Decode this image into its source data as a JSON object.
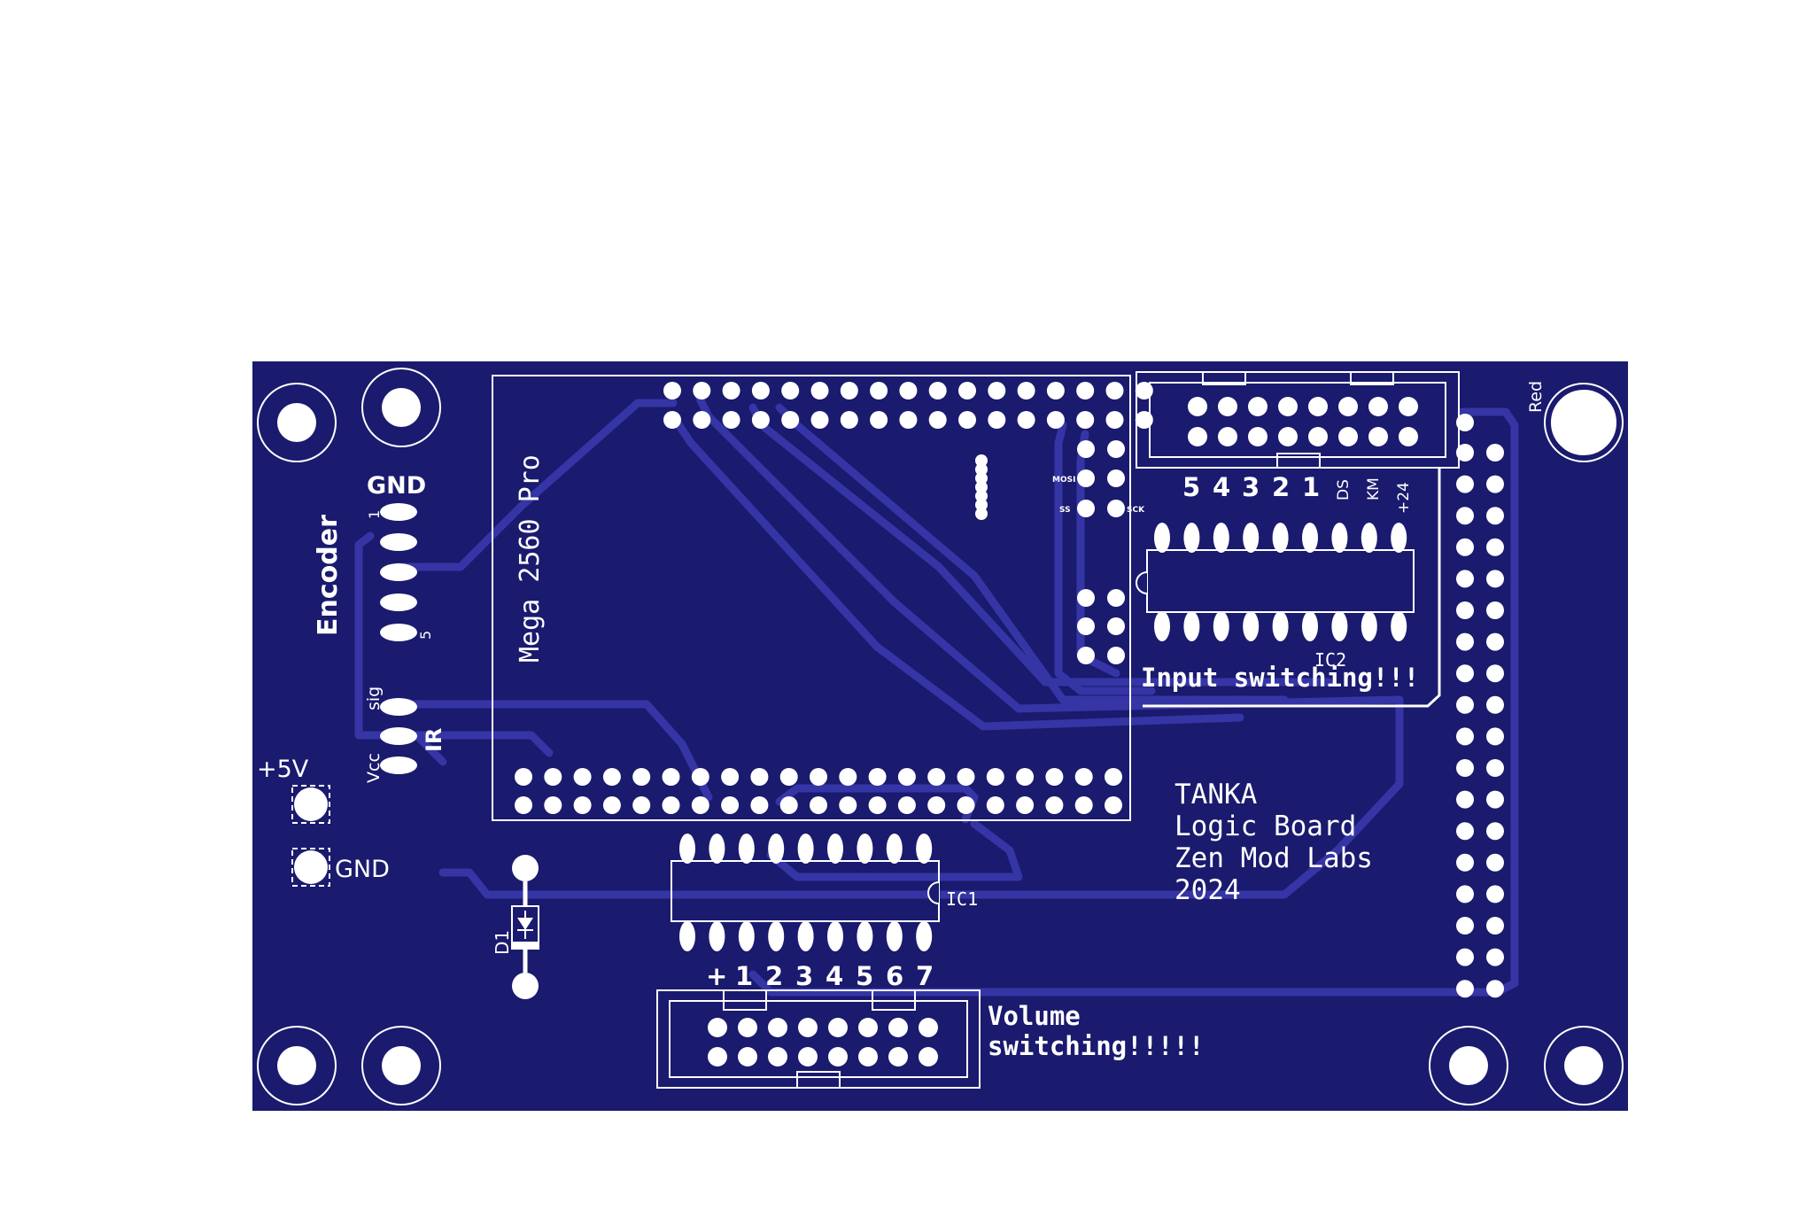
{
  "board": {
    "colors": {
      "board": "#1a1a6e",
      "trace": "#3535a6",
      "silk": "#ffffff",
      "pad": "#ffffff",
      "hole": "#ffffff"
    },
    "labels": {
      "encoder": "Encoder",
      "gnd_top": "GND",
      "pin1": "1",
      "pin5": "5",
      "sig": "sig",
      "vcc": "Vcc",
      "ir": "IR",
      "plus5v": "+5V",
      "gnd_bottom": "GND",
      "d1": "D1",
      "mega": "Mega 2560 Pro",
      "mosi": "MOSI",
      "ss": "SS",
      "sck": "SCK",
      "ic1": "IC1",
      "ic2": "IC2",
      "input_switching": "Input switching!!!",
      "volume_line1": "Volume",
      "volume_line2": "switching!!!!!",
      "red": "Red",
      "title_lines": [
        "TANKA",
        "Logic Board",
        "Zen Mod Labs",
        "2024"
      ],
      "top_conn_pins": [
        "5",
        "4",
        "3",
        "2",
        "1",
        "DS",
        "KM",
        "+24"
      ],
      "bottom_conn_pins": [
        "+",
        "1",
        "2",
        "3",
        "4",
        "5",
        "6",
        "7"
      ]
    }
  }
}
